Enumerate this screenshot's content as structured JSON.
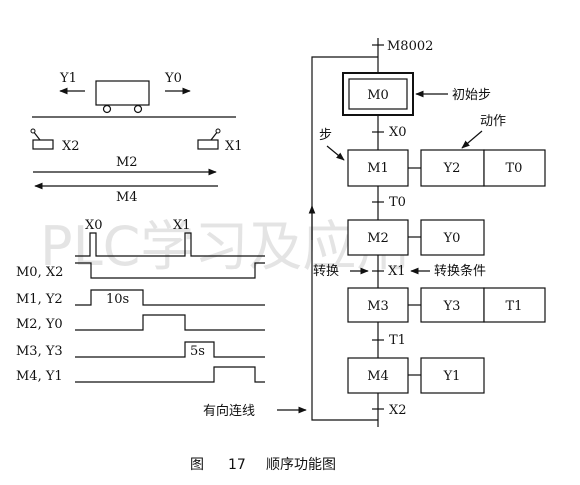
{
  "watermark": "PLC学习及应用",
  "cart": {
    "left_label": "Y1",
    "right_label": "Y0",
    "limit_left": "X2",
    "limit_right": "X1",
    "move_right": "M2",
    "move_left": "M4"
  },
  "timing": {
    "top_labels": [
      "X0",
      "X1"
    ],
    "rows": [
      "M0, X2",
      "M1, Y2",
      "M2, Y0",
      "M3, Y3",
      "M4, Y1"
    ],
    "pulse_labels": {
      "m1": "10s",
      "m3": "5s"
    }
  },
  "sfc": {
    "init_condition": "M8002",
    "initial_step": "M0",
    "initial_step_note": "初始步",
    "step_note": "步",
    "action_note": "动作",
    "transition_note": "转换",
    "condition_note": "转换条件",
    "link_note": "有向连线",
    "steps": [
      {
        "name": "M1",
        "actions": [
          "Y2",
          "T0"
        ]
      },
      {
        "name": "M2",
        "actions": [
          "Y0"
        ]
      },
      {
        "name": "M3",
        "actions": [
          "Y3",
          "T1"
        ]
      },
      {
        "name": "M4",
        "actions": [
          "Y1"
        ]
      }
    ],
    "transitions": [
      "X0",
      "T0",
      "X1",
      "T1",
      "X2"
    ]
  },
  "caption": {
    "fig_word": "图",
    "fig_num": "17",
    "fig_title": "顺序功能图"
  }
}
